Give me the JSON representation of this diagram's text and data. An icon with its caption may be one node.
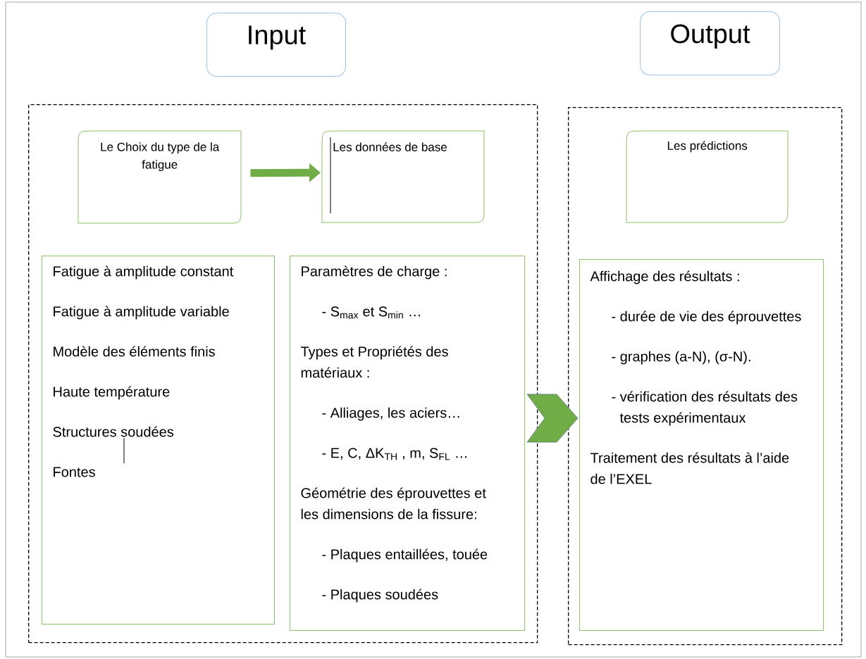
{
  "diagram": {
    "nodes": [
      {
        "text": [
          "Input"
        ]
      },
      {
        "text": [
          "Output"
        ]
      },
      {
        "text": [],
        "shape": "box"
      },
      {
        "text": [
          "Le Choix du type de la fatigue"
        ],
        "in": 2
      },
      {
        "text": [
          "Les données de base"
        ],
        "in": 2
      },
      {
        "text": [
          "Fatigue à amplitude constant",
          "Fatigue à amplitude variable",
          "Modèle des éléments finis",
          "Haute température",
          "Structures soudées",
          "Fontes"
        ],
        "in": 2
      },
      {
        "text": [
          "Paramètres de charge :",
          "- S$_{max}$ et S$_{min}$ …",
          "Types et Propriétés des matériaux :",
          "- Alliages, les aciers…",
          "- E, C, ΔK$_{TH}$ , m, S$_{FL}$ …",
          "Géométrie des éprouvettes et les dimensions de la fissure:",
          "- Plaques entaillées, touée",
          "- Plaques soudées"
        ],
        "in": 2
      },
      {
        "text": [],
        "shape": "box"
      },
      {
        "text": [
          "Les prédictions"
        ],
        "in": 7
      },
      {
        "text": [
          "Affichage des résultats :",
          "- durée de vie des éprouvettes",
          "- graphes (a-N), (σ-N).",
          "- vérification des résultats des tests expérimentaux",
          "Traitement des résultats à l’aide de l’EXEL"
        ],
        "in": 7
      }
    ],
    "edges": [
      {
        "from": 3,
        "to": 4,
        "arrow": "to",
        "color": "#70ad47"
      },
      {
        "from": 6,
        "to": 9,
        "arrow": "to",
        "color": "#70ad47"
      }
    ]
  }
}
